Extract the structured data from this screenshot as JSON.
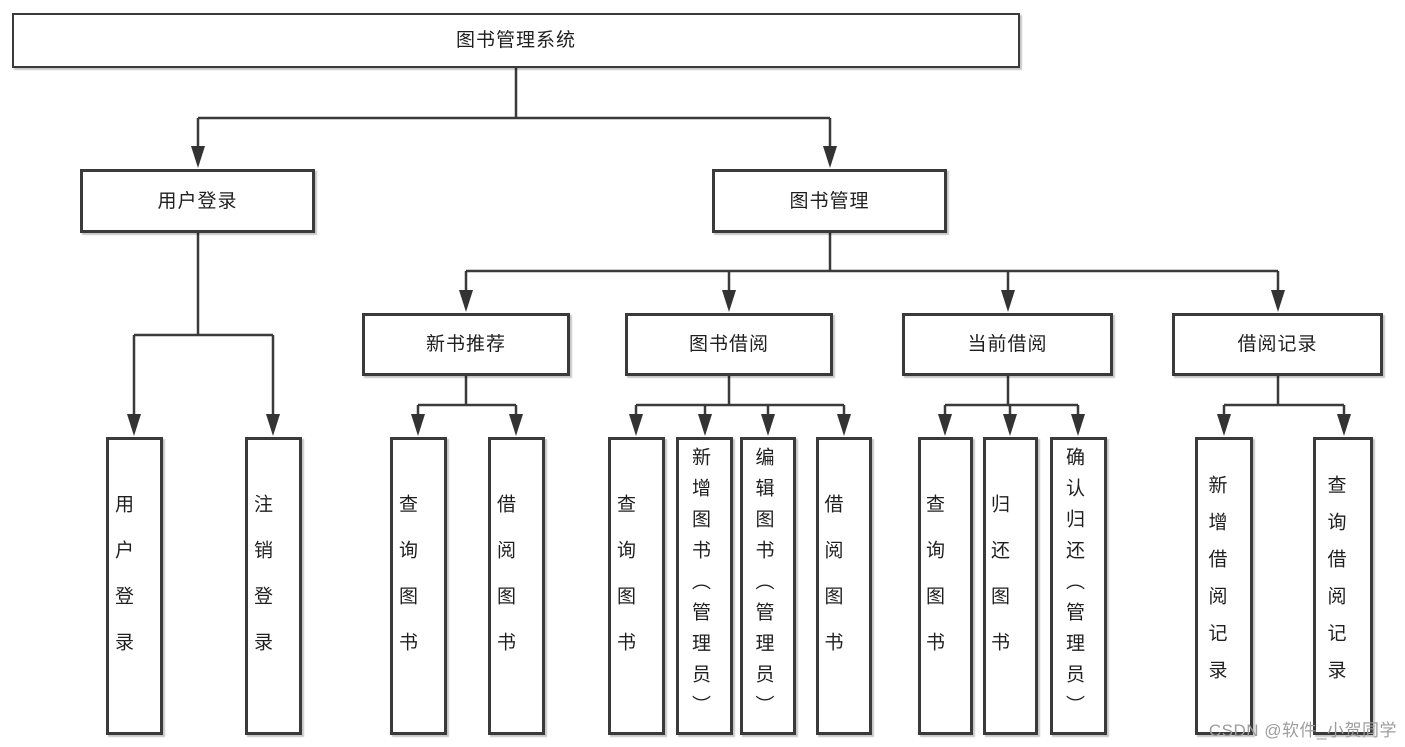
{
  "diagram_type": "hierarchy-tree",
  "colors": {
    "line": "#3a3a3a",
    "box_border": "#3a3a3a",
    "box_fill": "#ffffff",
    "text": "#1f1f1f",
    "watermark": "#9d9d9d",
    "background": "#ffffff"
  },
  "tree": {
    "root": {
      "label": "图书管理系统",
      "children": [
        {
          "label": "用户登录",
          "children": [
            {
              "label": "用户登录"
            },
            {
              "label": "注销登录"
            }
          ]
        },
        {
          "label": "图书管理",
          "children": [
            {
              "label": "新书推荐",
              "children": [
                {
                  "label": "查询图书"
                },
                {
                  "label": "借阅图书"
                }
              ]
            },
            {
              "label": "图书借阅",
              "children": [
                {
                  "label": "查询图书"
                },
                {
                  "label": "新增图书（管理员）"
                },
                {
                  "label": "编辑图书（管理员）"
                },
                {
                  "label": "借阅图书"
                }
              ]
            },
            {
              "label": "当前借阅",
              "children": [
                {
                  "label": "查询图书"
                },
                {
                  "label": "归还图书"
                },
                {
                  "label": "确认归还（管理员）"
                }
              ]
            },
            {
              "label": "借阅记录",
              "children": [
                {
                  "label": "新增借阅记录"
                },
                {
                  "label": "查询借阅记录"
                }
              ]
            }
          ]
        }
      ]
    }
  },
  "watermark": {
    "text": "CSDN @软件_小贺同学"
  }
}
